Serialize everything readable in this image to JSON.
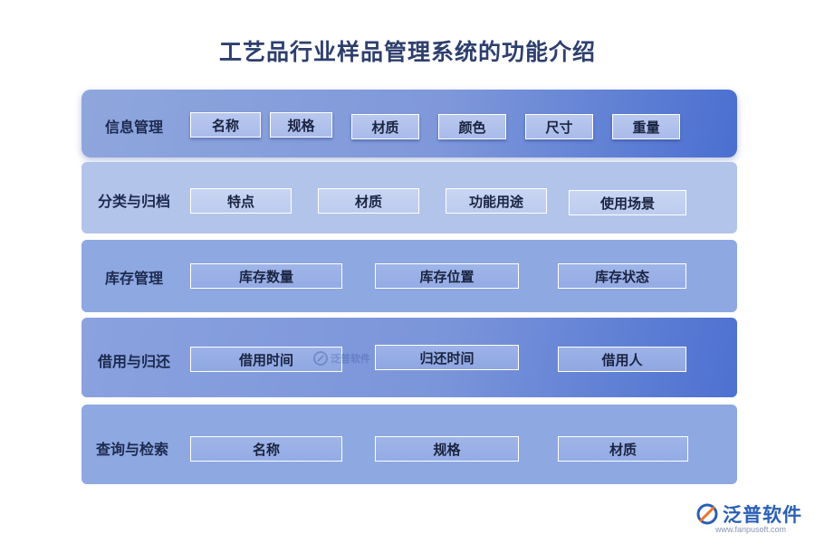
{
  "title": "工艺品行业样品管理系统的功能介绍",
  "rows": [
    {
      "category": "信息管理",
      "items": [
        "名称",
        "规格",
        "材质",
        "颜色",
        "尺寸",
        "重量"
      ]
    },
    {
      "category": "分类与归档",
      "items": [
        "特点",
        "材质",
        "功能用途",
        "使用场景"
      ]
    },
    {
      "category": "库存管理",
      "items": [
        "库存数量",
        "库存位置",
        "库存状态"
      ]
    },
    {
      "category": "借用与归还",
      "items": [
        "借用时间",
        "归还时间",
        "借用人"
      ]
    },
    {
      "category": "查询与检索",
      "items": [
        "名称",
        "规格",
        "材质"
      ]
    }
  ],
  "watermark": "泛普软件",
  "brand": {
    "name": "泛普软件",
    "url": "www.fanpusoft.com"
  },
  "colors": {
    "title": "#2e3f6e",
    "band_dark": "#4a6fd0",
    "band_light": "#b3c4ea",
    "brand": "#2b5fb4"
  }
}
